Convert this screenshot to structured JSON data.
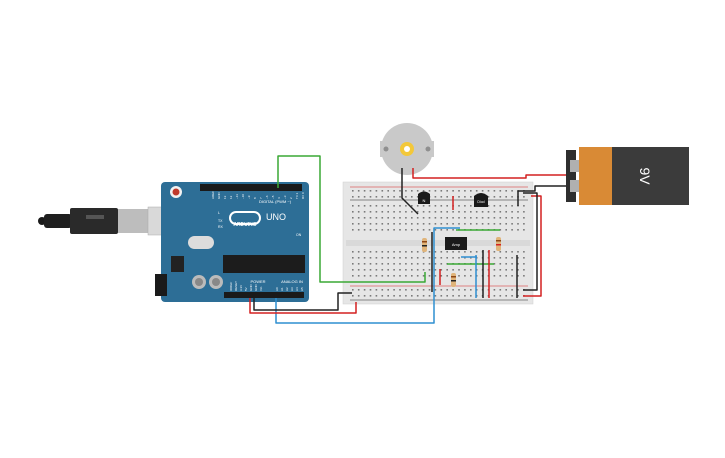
{
  "arduino": {
    "logo_text": "ARDUINO",
    "model": "UNO",
    "digital_label": "DIGITAL (PWM ~)",
    "power_label": "POWER",
    "analog_label": "ANALOG IN",
    "tx_label": "TX",
    "rx_label": "RX",
    "on_label": "ON",
    "l_label": "L",
    "digital_pins": [
      "AREF",
      "GND",
      "13",
      "12",
      "~11",
      "~10",
      "~9",
      "8",
      "7",
      "~6",
      "~5",
      "4",
      "~3",
      "2",
      "TX 1",
      "RX 0"
    ],
    "power_pins": [
      "IOREF",
      "RESET",
      "3.3V",
      "5V",
      "GND",
      "GND",
      "Vin"
    ],
    "analog_pins": [
      "A0",
      "A1",
      "A2",
      "A3",
      "A4",
      "A5"
    ]
  },
  "battery": {
    "label": "9V"
  },
  "ic": {
    "label": "Amp"
  },
  "transistors": {
    "left_label": "N",
    "right_label": "Diod"
  },
  "colors": {
    "board": "#2d6e96",
    "breadboard": "#e6e6e6",
    "wire_red": "#d42121",
    "wire_black": "#222222",
    "wire_green": "#3aa935",
    "wire_blue": "#2e8fd1",
    "battery_orange": "#d98a35",
    "battery_dark": "#3b3b3b"
  }
}
